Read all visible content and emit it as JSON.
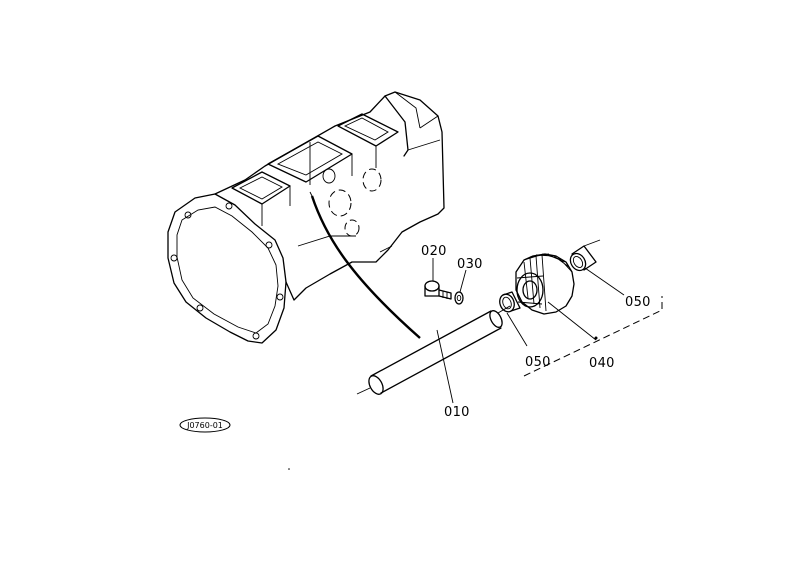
{
  "labels": {
    "part_010": "010",
    "part_020": "020",
    "part_030": "030",
    "part_040": "040",
    "part_050_a": "050",
    "part_050_b": "050",
    "ref_code": "J0760-01"
  }
}
